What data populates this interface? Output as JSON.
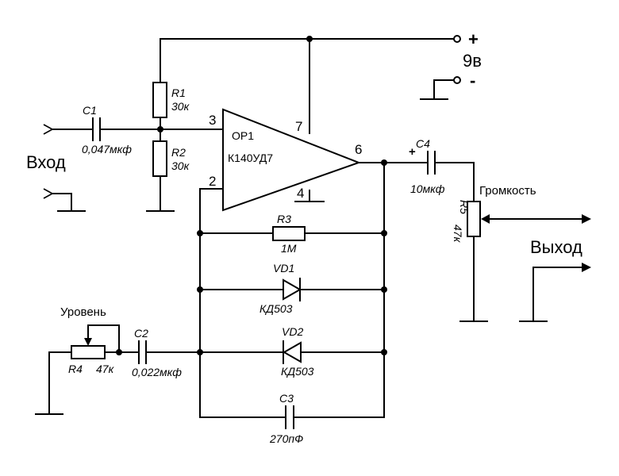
{
  "supply": {
    "plus": "+",
    "minus": "-",
    "voltage": "9в"
  },
  "input": {
    "label": "Вход"
  },
  "output": {
    "label": "Выход"
  },
  "opamp": {
    "ref": "ОР1",
    "part": "К140УД7",
    "pin3": "3",
    "pin2": "2",
    "pin7": "7",
    "pin4": "4",
    "pin6": "6"
  },
  "components": {
    "c1": {
      "ref": "C1",
      "value": "0,047мкф"
    },
    "r1": {
      "ref": "R1",
      "value": "30к"
    },
    "r2": {
      "ref": "R2",
      "value": "30к"
    },
    "c4": {
      "ref": "C4",
      "value": "10мкф",
      "polarity": "+"
    },
    "r5": {
      "ref": "R5",
      "value": "47к",
      "name": "Громкость"
    },
    "r3": {
      "ref": "R3",
      "value": "1М"
    },
    "vd1": {
      "ref": "VD1",
      "part": "КД503"
    },
    "vd2": {
      "ref": "VD2",
      "part": "КД503"
    },
    "c3": {
      "ref": "C3",
      "value": "270пФ"
    },
    "r4": {
      "ref": "R4",
      "value": "47к",
      "name": "Уровень"
    },
    "c2": {
      "ref": "C2",
      "value": "0,022мкф"
    }
  }
}
